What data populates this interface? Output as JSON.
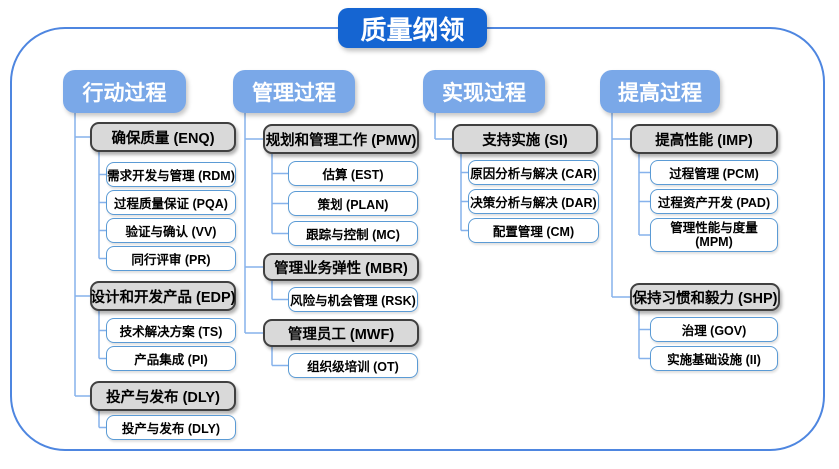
{
  "title": "质量纲领",
  "palette": {
    "title_bg": "#1565D2",
    "header_bg": "#7AA8E8",
    "group_fill": "#D9D9D9",
    "group_border": "#404040",
    "leaf_border": "#5B9BD5",
    "connector": "#86B2EC",
    "frame_border": "#4E86E0"
  },
  "columns": [
    {
      "header": "行动过程",
      "groups": [
        {
          "label": "确保质量 (ENQ)",
          "children": [
            {
              "label": "需求开发与管理 (RDM)"
            },
            {
              "label": "过程质量保证 (PQA)"
            },
            {
              "label": "验证与确认 (VV)"
            },
            {
              "label": "同行评审 (PR)"
            }
          ]
        },
        {
          "label": "设计和开发产品 (EDP)",
          "children": [
            {
              "label": "技术解决方案 (TS)"
            },
            {
              "label": "产品集成 (PI)"
            }
          ]
        },
        {
          "label": "投产与发布 (DLY)",
          "children": [
            {
              "label": "投产与发布 (DLY)"
            }
          ]
        }
      ]
    },
    {
      "header": "管理过程",
      "groups": [
        {
          "label": "规划和管理工作 (PMW)",
          "children": [
            {
              "label": "估算 (EST)"
            },
            {
              "label": "策划 (PLAN)"
            },
            {
              "label": "跟踪与控制 (MC)"
            }
          ]
        },
        {
          "label": "管理业务弹性 (MBR)",
          "children": [
            {
              "label": "风险与机会管理 (RSK)"
            }
          ]
        },
        {
          "label": "管理员工 (MWF)",
          "children": [
            {
              "label": "组织级培训 (OT)"
            }
          ]
        }
      ]
    },
    {
      "header": "实现过程",
      "groups": [
        {
          "label": "支持实施 (SI)",
          "children": [
            {
              "label": "原因分析与解决 (CAR)"
            },
            {
              "label": "决策分析与解决 (DAR)"
            },
            {
              "label": "配置管理 (CM)"
            }
          ]
        }
      ]
    },
    {
      "header": "提高过程",
      "groups": [
        {
          "label": "提高性能 (IMP)",
          "children": [
            {
              "label": "过程管理 (PCM)"
            },
            {
              "label": "过程资产开发 (PAD)"
            },
            {
              "label": "管理性能与度量 (MPM)"
            }
          ]
        },
        {
          "label": "保持习惯和毅力 (SHP)",
          "children": [
            {
              "label": "治理 (GOV)"
            },
            {
              "label": "实施基础设施 (II)"
            }
          ]
        }
      ]
    }
  ]
}
